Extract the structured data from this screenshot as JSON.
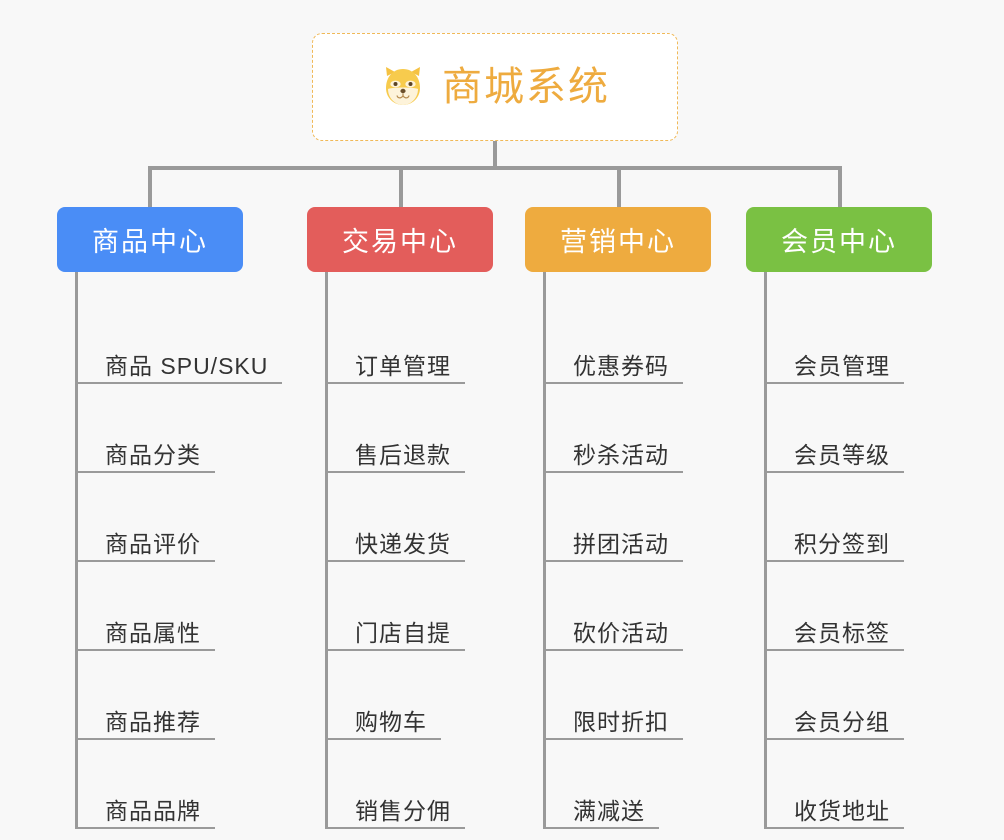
{
  "canvas": {
    "background": "#f8f8f8",
    "line_color": "#9a9a9a",
    "leaf_text_color": "#333333"
  },
  "root": {
    "title": "商城系统",
    "icon": "shiba-dog-icon",
    "accent_color": "#eeab3f",
    "border_style": "dashed",
    "fill": "#ffffff"
  },
  "branches": [
    {
      "label": "商品中心",
      "color": "#4a8df6",
      "leaves": [
        "商品 SPU/SKU",
        "商品分类",
        "商品评价",
        "商品属性",
        "商品推荐",
        "商品品牌"
      ]
    },
    {
      "label": "交易中心",
      "color": "#e35d5b",
      "leaves": [
        "订单管理",
        "售后退款",
        "快递发货",
        "门店自提",
        "购物车",
        "销售分佣"
      ]
    },
    {
      "label": "营销中心",
      "color": "#eeab3f",
      "leaves": [
        "优惠券码",
        "秒杀活动",
        "拼团活动",
        "砍价活动",
        "限时折扣",
        "满减送"
      ]
    },
    {
      "label": "会员中心",
      "color": "#7ac143",
      "leaves": [
        "会员管理",
        "会员等级",
        "积分签到",
        "会员标签",
        "会员分组",
        "收货地址"
      ]
    }
  ]
}
